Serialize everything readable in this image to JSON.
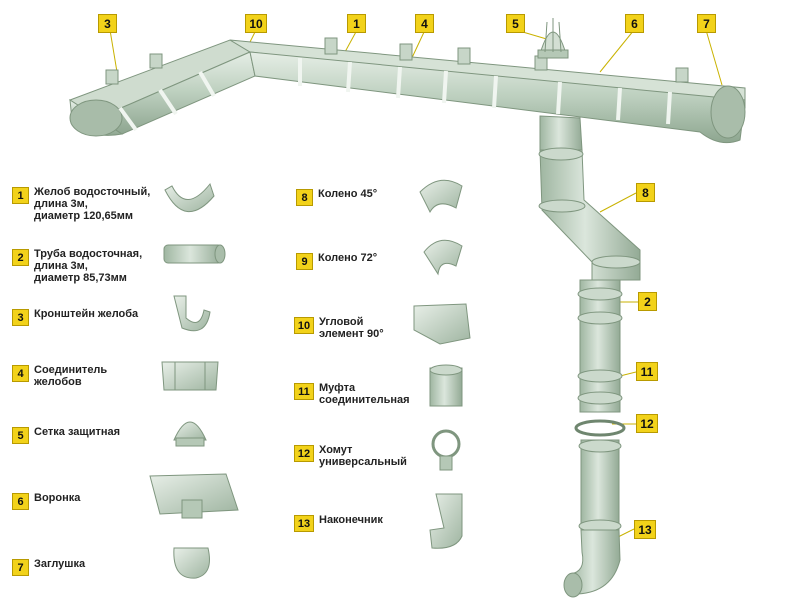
{
  "callouts": {
    "c1": "1",
    "c2": "2",
    "c3": "3",
    "c4": "4",
    "c5": "5",
    "c6": "6",
    "c7": "7",
    "c8": "8",
    "c10": "10",
    "c11": "11",
    "c12": "12",
    "c13": "13"
  },
  "legend": [
    {
      "num": "1",
      "text": "Желоб водосточный,\nдлина 3м,\nдиаметр 120,65мм"
    },
    {
      "num": "2",
      "text": "Труба водосточная,\nдлина 3м,\nдиаметр 85,73мм"
    },
    {
      "num": "3",
      "text": "Кронштейн желоба"
    },
    {
      "num": "4",
      "text": "Соединитель\nжелобов"
    },
    {
      "num": "5",
      "text": "Сетка защитная"
    },
    {
      "num": "6",
      "text": "Воронка"
    },
    {
      "num": "7",
      "text": "Заглушка"
    },
    {
      "num": "8",
      "text": "Колено 45°"
    },
    {
      "num": "9",
      "text": "Колено 72°"
    },
    {
      "num": "10",
      "text": "Угловой\nэлемент 90°"
    },
    {
      "num": "11",
      "text": "Муфта\nсоединительная"
    },
    {
      "num": "12",
      "text": "Хомут\nуниверсальный"
    },
    {
      "num": "13",
      "text": "Наконечник"
    }
  ],
  "colors": {
    "pipe": "#b9ccbb",
    "pipe_dark": "#8fa892",
    "pipe_light": "#dfe9e0",
    "badge": "#f2d21a"
  }
}
